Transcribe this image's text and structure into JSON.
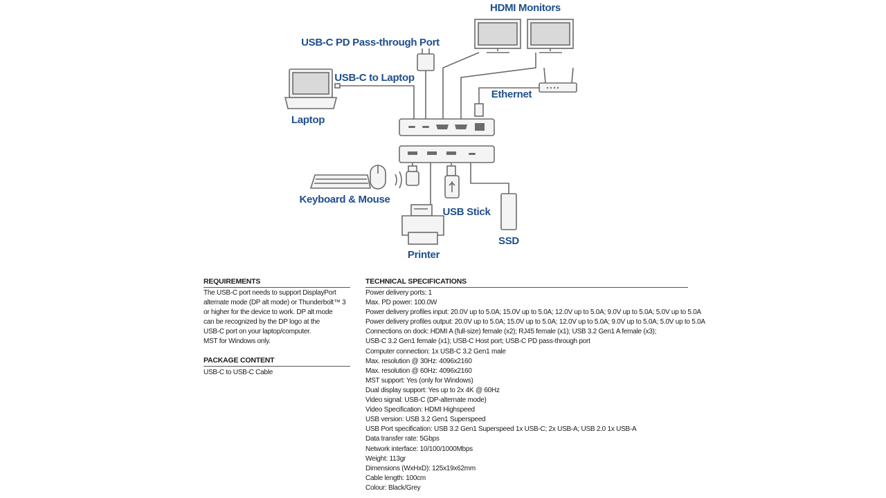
{
  "diagram": {
    "labels": {
      "hdmi_monitors": "HDMI Monitors",
      "pd_port": "USB-C PD Pass-through Port",
      "usbc_laptop": "USB-C to Laptop",
      "laptop": "Laptop",
      "ethernet": "Ethernet",
      "keyboard_mouse": "Keyboard & Mouse",
      "usb_stick": "USB Stick",
      "ssd": "SSD",
      "printer": "Printer"
    },
    "label_color": "#1f4e8c",
    "line_color": "#6b6b6b"
  },
  "requirements": {
    "title": "REQUIREMENTS",
    "lines": [
      "The USB-C port needs to support DisplayPort",
      "alternate mode (DP alt mode) or Thunderbolt™ 3",
      "or higher for the device to work. DP alt mode",
      "can be recognized by the DP logo at the",
      "USB-C port on your laptop/computer.",
      "MST for Windows only."
    ]
  },
  "package": {
    "title": "PACKAGE CONTENT",
    "lines": [
      "USB-C to USB-C Cable"
    ]
  },
  "tech": {
    "title": "TECHNICAL SPECIFICATIONS",
    "lines": [
      "Power delivery ports: 1",
      "Max. PD power: 100.0W",
      "Power delivery profiles input: 20.0V up to 5.0A; 15.0V up to 5.0A; 12.0V up to 5.0A; 9.0V up to 5.0A; 5.0V up to 5.0A",
      "Power delivery profiles output: 20.0V up to 5.0A; 15.0V up to 5.0A; 12.0V up to 5.0A; 9.0V up to 5.0A; 5.0V up to 5.0A",
      "Connections on dock: HDMI A (full-size) female (x2); RJ45 female (x1); USB 3.2 Gen1 A female (x3);",
      "USB-C 3.2 Gen1 female (x1); USB-C Host port; USB-C PD pass-through port",
      "Computer connection: 1x USB-C 3.2 Gen1 male",
      "Max. resolution @ 30Hz: 4096x2160",
      "Max. resolution @ 60Hz: 4096x2160",
      "MST support: Yes (only for Windows)",
      "Dual display support: Yes up to 2x 4K @ 60Hz",
      "Video signal: USB-C (DP-alternate mode)",
      "Video Specification: HDMI Highspeed",
      "USB version: USB 3.2 Gen1 Superspeed",
      "USB Port specification: USB 3.2 Gen1 Superspeed 1x USB-C; 2x USB-A; USB 2.0 1x USB-A",
      "Data transfer rate: 5Gbps",
      "Network interface: 10/100/1000Mbps",
      "Weight: 113gr",
      "Dimensions (WxHxD): 125x19x62mm",
      "Cable length: 100cm",
      "Colour: Black/Grey"
    ]
  }
}
